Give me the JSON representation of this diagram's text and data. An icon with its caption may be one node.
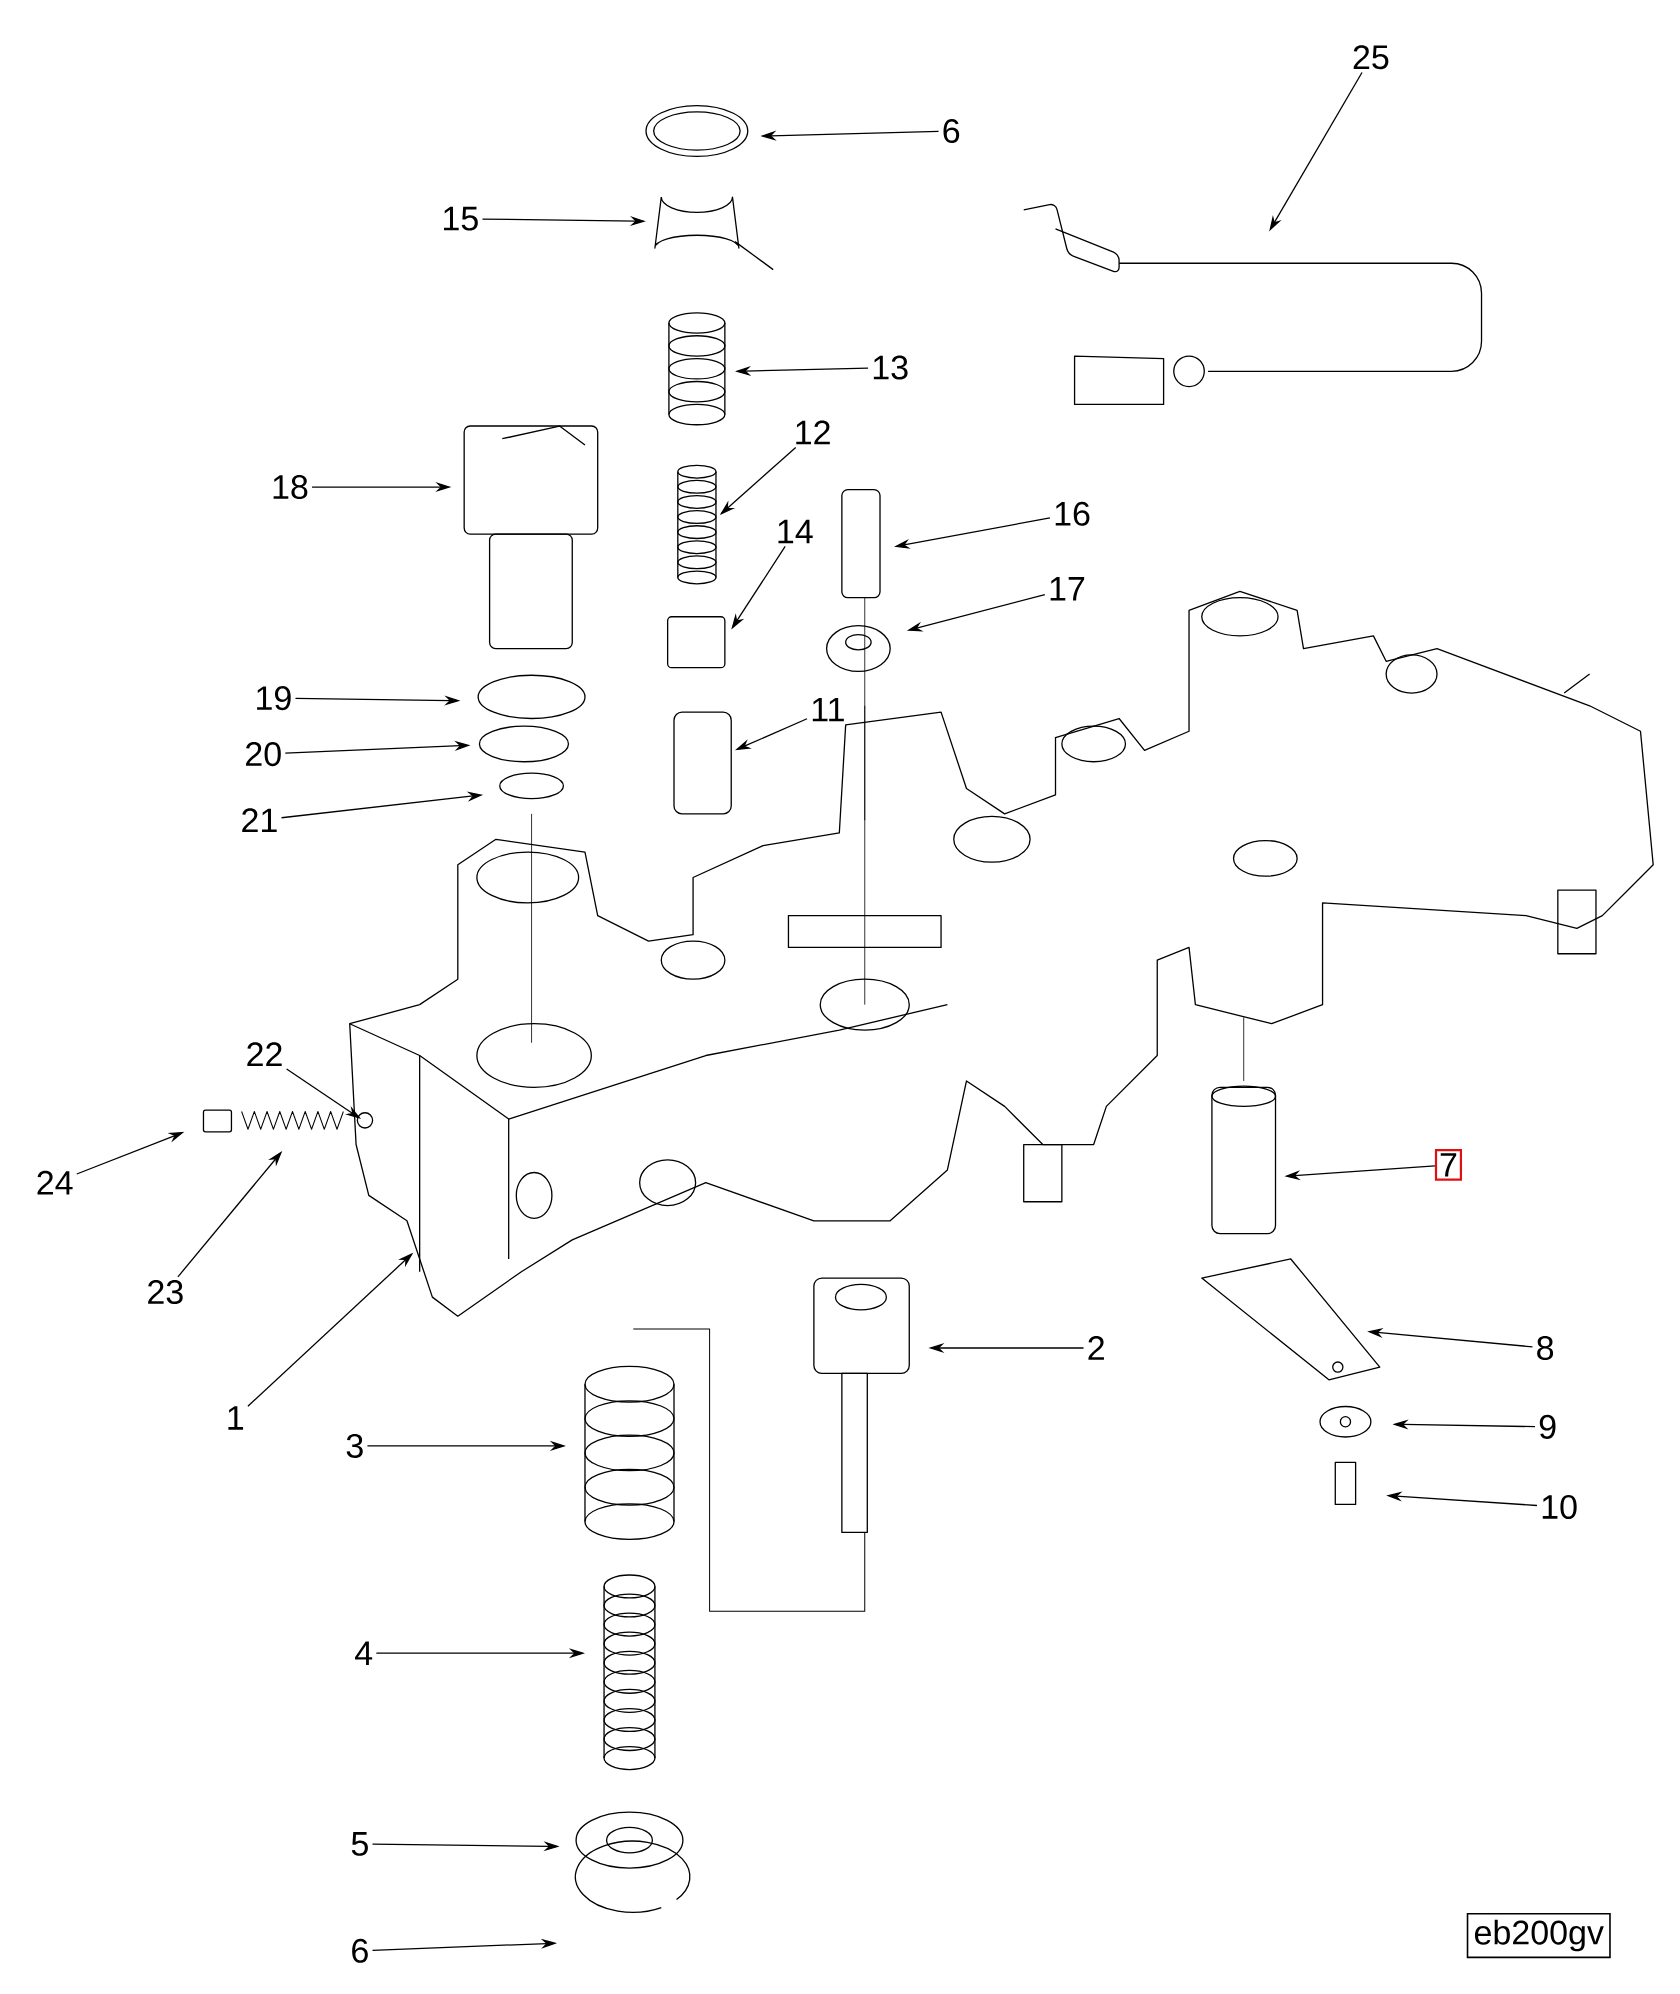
{
  "diagram": {
    "nodes": [
      {
        "text": [
          "25"
        ]
      },
      {
        "text": [
          "6"
        ]
      },
      {
        "text": [
          "15"
        ]
      },
      {
        "text": [
          "13"
        ]
      },
      {
        "text": [
          "12"
        ]
      },
      {
        "text": [
          "18"
        ]
      },
      {
        "text": [
          "16"
        ]
      },
      {
        "text": [
          "14"
        ]
      },
      {
        "text": [
          "17"
        ]
      },
      {
        "text": [
          "19"
        ]
      },
      {
        "text": [
          "11"
        ]
      },
      {
        "text": [
          "20"
        ]
      },
      {
        "text": [
          "21"
        ]
      },
      {
        "text": [
          "22"
        ]
      },
      {
        "text": [
          "7"
        ]
      },
      {
        "text": [
          "24"
        ]
      },
      {
        "text": [
          "23"
        ]
      },
      {
        "text": [
          "2"
        ]
      },
      {
        "text": [
          "8"
        ]
      },
      {
        "text": [
          "1"
        ]
      },
      {
        "text": [
          "9"
        ]
      },
      {
        "text": [
          "3"
        ]
      },
      {
        "text": [
          "10"
        ]
      },
      {
        "text": [
          "4"
        ]
      },
      {
        "text": [
          "5"
        ]
      },
      {
        "text": [
          "6"
        ]
      }
    ],
    "edges": [
      {
        "from": 0,
        "to": null,
        "arrow": "to"
      },
      {
        "from": 1,
        "to": null,
        "arrow": "to"
      },
      {
        "from": 2,
        "to": null,
        "arrow": "to"
      },
      {
        "from": 3,
        "to": null,
        "arrow": "to"
      },
      {
        "from": 4,
        "to": null,
        "arrow": "to"
      },
      {
        "from": 5,
        "to": null,
        "arrow": "to"
      },
      {
        "from": 6,
        "to": null,
        "arrow": "to"
      },
      {
        "from": 7,
        "to": null,
        "arrow": "to"
      },
      {
        "from": 8,
        "to": null,
        "arrow": "to"
      },
      {
        "from": 9,
        "to": null,
        "arrow": "to"
      },
      {
        "from": 10,
        "to": null,
        "arrow": "to"
      },
      {
        "from": 11,
        "to": null,
        "arrow": "to"
      },
      {
        "from": 12,
        "to": null,
        "arrow": "to"
      },
      {
        "from": 13,
        "to": null,
        "arrow": "to"
      },
      {
        "from": 14,
        "to": null,
        "arrow": "to"
      },
      {
        "from": 15,
        "to": null,
        "arrow": "to"
      },
      {
        "from": 16,
        "to": null,
        "arrow": "to"
      },
      {
        "from": 17,
        "to": null,
        "arrow": "to"
      },
      {
        "from": 18,
        "to": null,
        "arrow": "to"
      },
      {
        "from": 19,
        "to": null,
        "arrow": "to"
      },
      {
        "from": 20,
        "to": null,
        "arrow": "to"
      },
      {
        "from": 21,
        "to": null,
        "arrow": "to"
      },
      {
        "from": 22,
        "to": null,
        "arrow": "to"
      },
      {
        "from": 23,
        "to": null,
        "arrow": "to"
      },
      {
        "from": 24,
        "to": null,
        "arrow": "to"
      },
      {
        "from": 25,
        "to": null,
        "arrow": "to"
      }
    ],
    "labels": [
      "eb200gv"
    ]
  }
}
